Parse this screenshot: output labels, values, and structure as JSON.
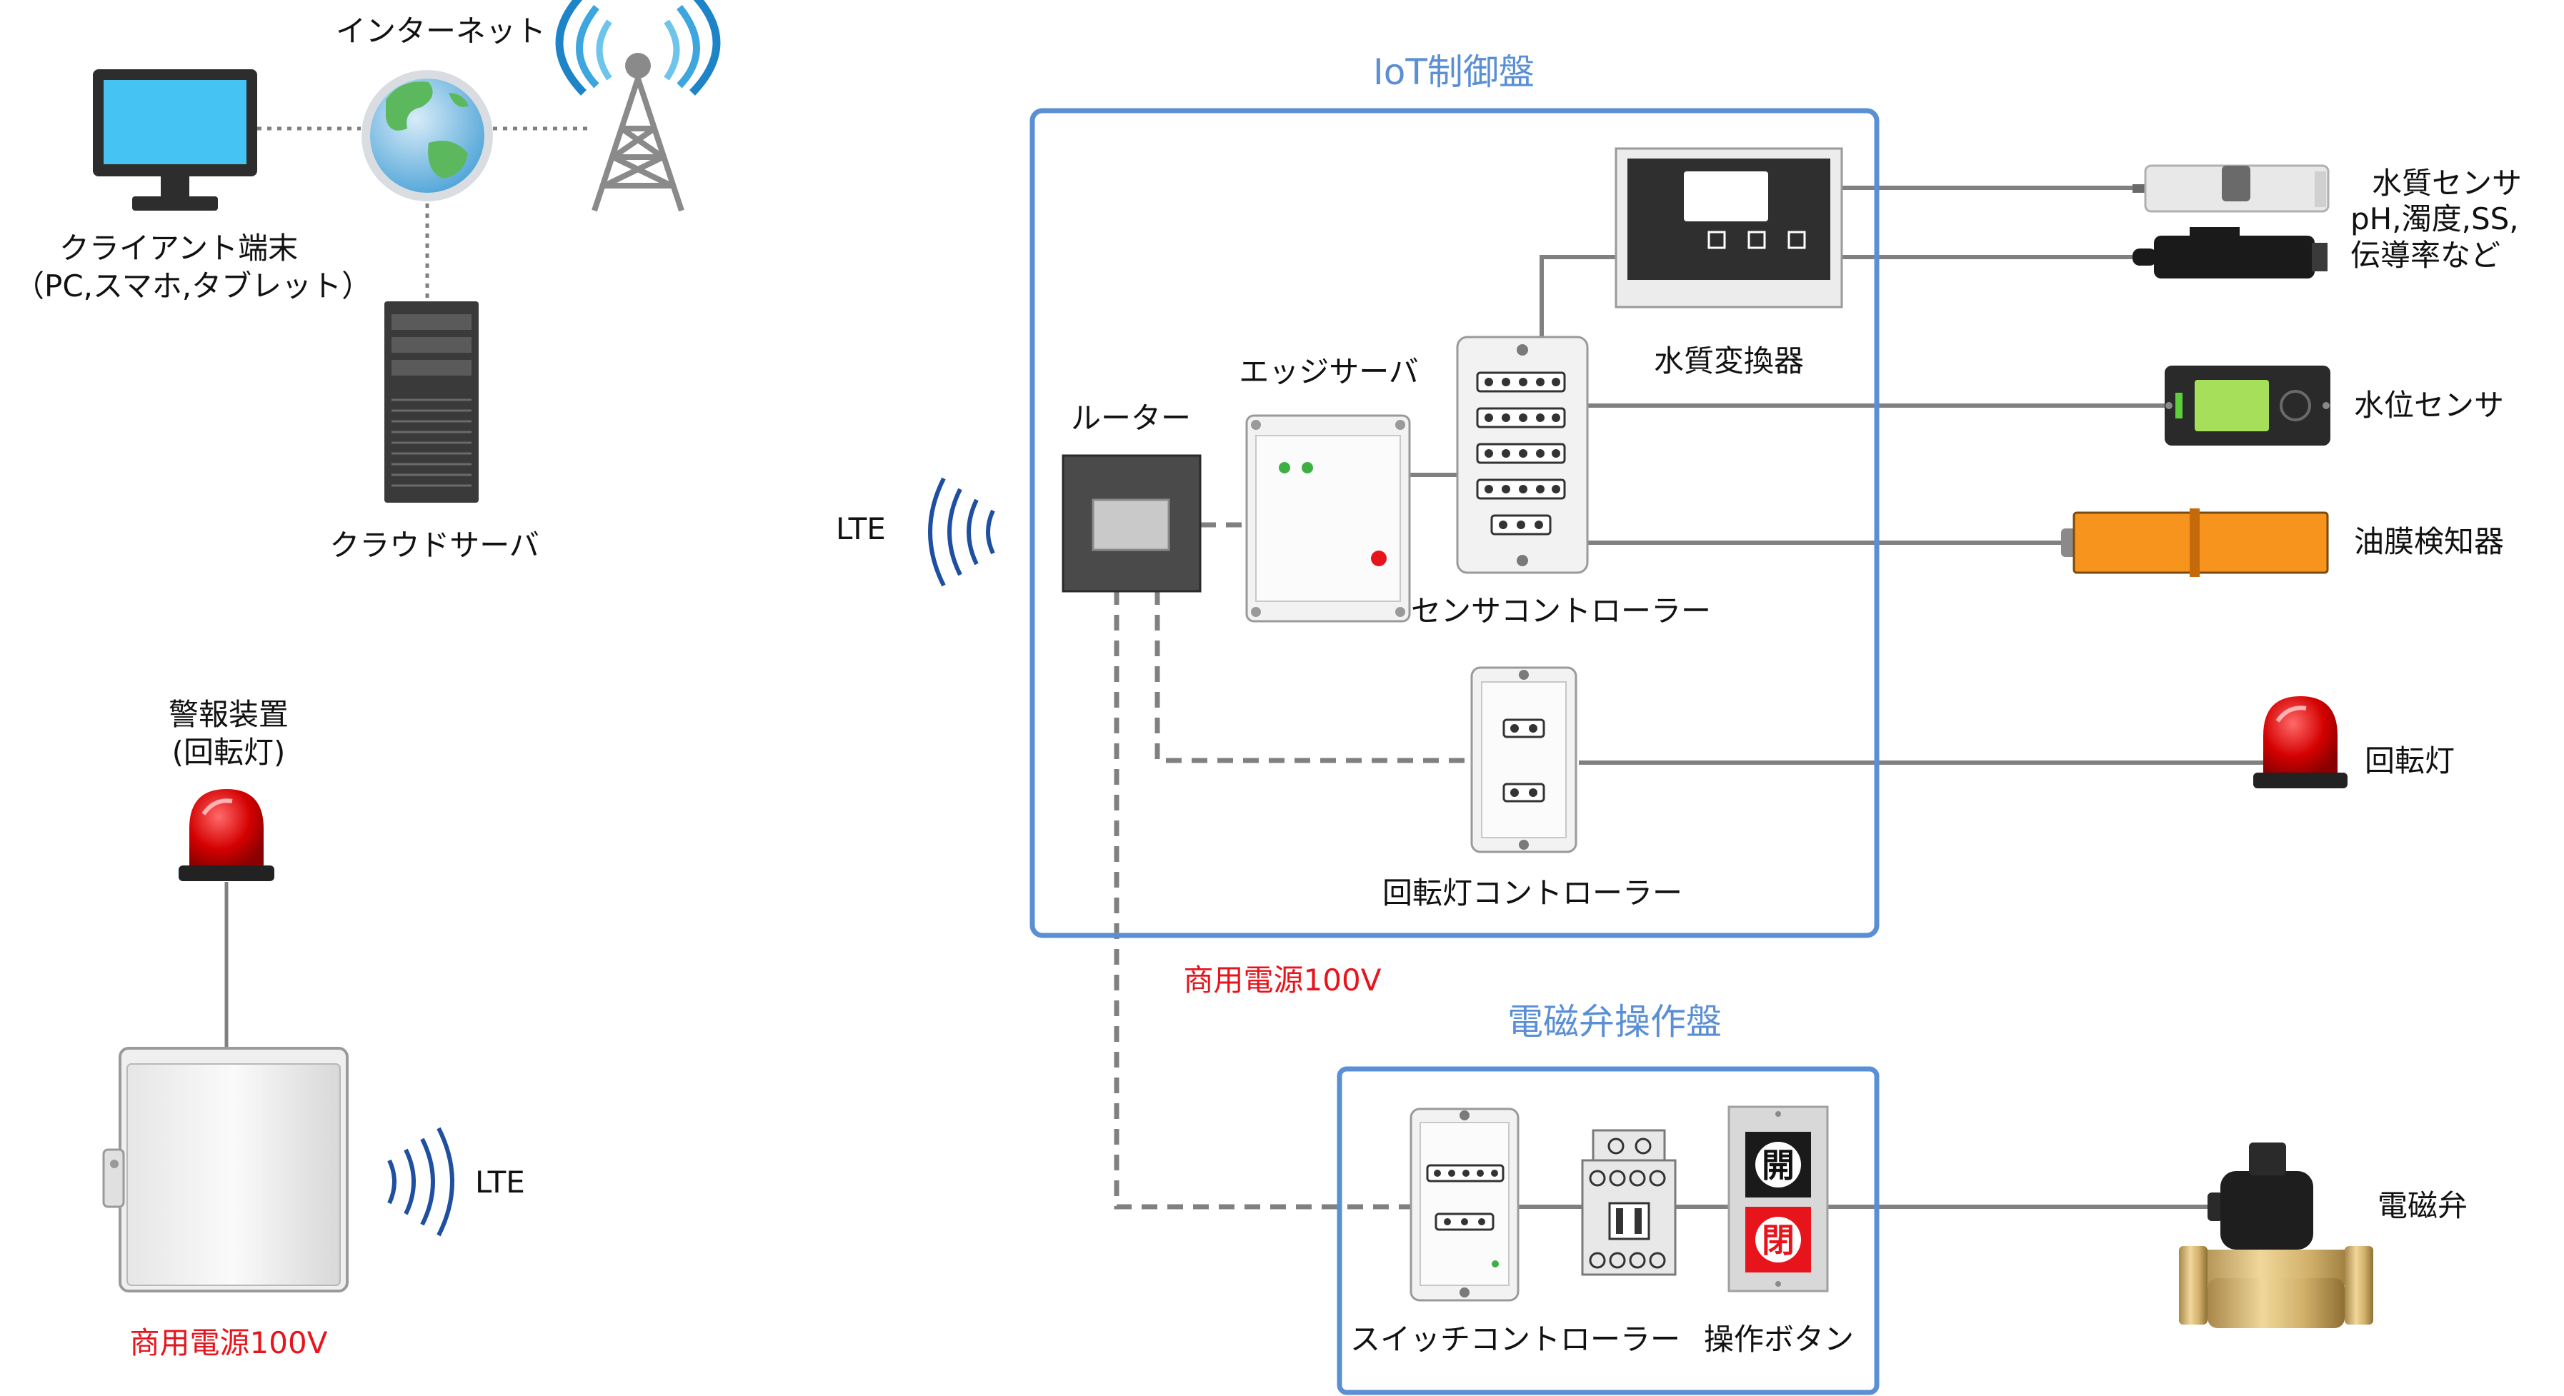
{
  "labels": {
    "internet": "インターネット",
    "client_terminal_line1": "クライアント端末",
    "client_terminal_line2": "（PC,スマホ,タブレット）",
    "cloud_server": "クラウドサーバ",
    "alarm_line1": "警報装置",
    "alarm_line2": "(回転灯)",
    "power_left": "商用電源100V",
    "lte_left": "LTE",
    "lte_center": "LTE",
    "iot_panel_title": "IoT制御盤",
    "router": "ルーター",
    "edge_server": "エッジサーバ",
    "sensor_controller": "センサコントローラー",
    "water_quality_converter": "水質変換器",
    "rotating_light_controller": "回転灯コントローラー",
    "power_center": "商用電源100V",
    "solenoid_panel_title": "電磁弁操作盤",
    "switch_controller": "スイッチコントローラー",
    "operation_button": "操作ボタン",
    "button_open": "開",
    "button_close": "閉",
    "water_quality_sensor_line1": "水質センサ",
    "water_quality_sensor_line2": "pH,濁度,SS,",
    "water_quality_sensor_line3": "伝導率など",
    "water_level_sensor": "水位センサ",
    "oil_film_detector": "油膜検知器",
    "rotating_light": "回転灯",
    "solenoid_valve": "電磁弁"
  },
  "colors": {
    "panel_border": "#5b8fd4",
    "power_text": "#e8141c",
    "line": "#808080",
    "oil_detector": "#f7941d",
    "lte_wave": "#1f4fa0"
  },
  "icons": [
    "computer-icon",
    "globe-icon",
    "antenna-tower-icon",
    "server-tower-icon",
    "rotating-light-icon",
    "enclosure-icon",
    "router-icon",
    "edge-server-icon",
    "terminal-block-icon",
    "converter-icon",
    "water-quality-sensor-icon",
    "water-level-sensor-icon",
    "oil-film-detector-icon",
    "solenoid-valve-icon",
    "push-button-icon",
    "breaker-icon",
    "lte-wave-icon"
  ]
}
